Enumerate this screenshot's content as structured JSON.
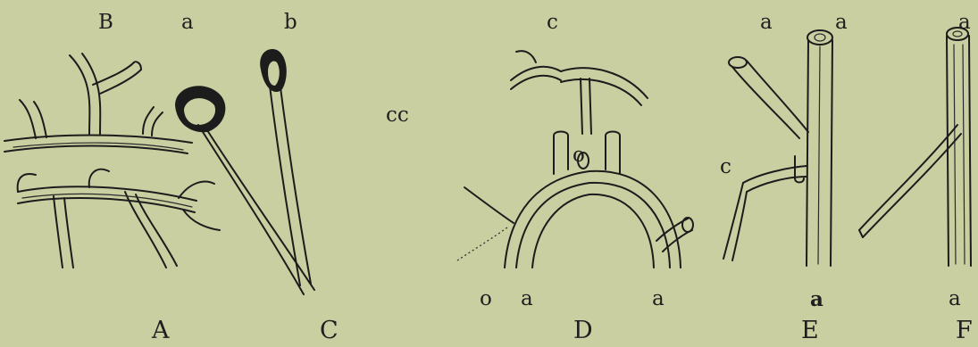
{
  "figure": {
    "labels": {
      "B": "B",
      "a_top_A": "a",
      "b_top": "b",
      "cc": "cc",
      "c_top_D": "c",
      "a_top_E1": "a",
      "a_top_E2": "a",
      "a_top_F": "a",
      "c_E": "c",
      "o_D_mid": "o",
      "o_D_bottom": "o",
      "a_D_bottom1": "a",
      "a_D_bottom2": "a",
      "a_E_bottom": "a",
      "a_F_bottom": "a"
    },
    "captions": {
      "A": "A",
      "C": "C",
      "D": "D",
      "E": "E",
      "F": "F"
    }
  }
}
